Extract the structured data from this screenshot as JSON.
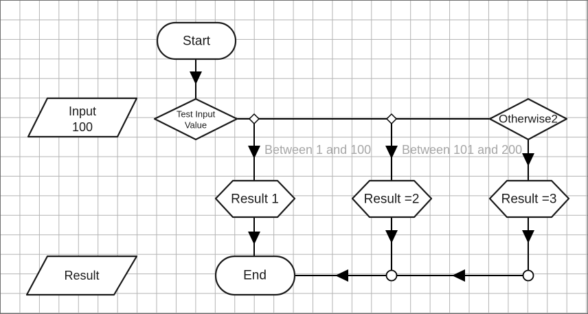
{
  "diagram": {
    "colors": {
      "canvas_bg": "#ffffff",
      "grid_line": "#b3b3b3",
      "shape_stroke": "#191919",
      "shape_fill": "#ffffff",
      "connector": "#000000",
      "text_color": "#1a1a1a",
      "edge_label_color": "#a6a6a6"
    },
    "nodes": {
      "start": {
        "type": "terminator",
        "label": "Start"
      },
      "test_input": {
        "type": "decision",
        "label_line1": "Test Input",
        "label_line2": "Value"
      },
      "input": {
        "type": "data-io",
        "label_line1": "Input",
        "label_line2": "100"
      },
      "otherwise": {
        "type": "decision",
        "label": "Otherwise2"
      },
      "result1": {
        "type": "preparation",
        "label": "Result 1"
      },
      "result2": {
        "type": "preparation",
        "label": "Result =2"
      },
      "result3": {
        "type": "preparation",
        "label": "Result =3"
      },
      "end": {
        "type": "terminator",
        "label": "End"
      },
      "result_io": {
        "type": "data-io",
        "label": "Result"
      }
    },
    "edge_labels": {
      "between_1_100": "Between 1 and 100",
      "between_101_200": "Between 101 and 200"
    }
  }
}
